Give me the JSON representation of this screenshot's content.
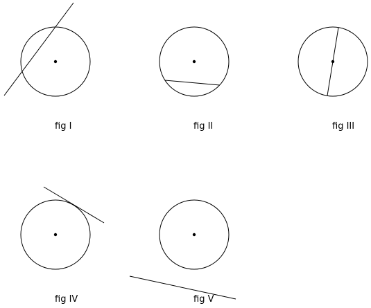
{
  "figures": [
    {
      "label": "fig I",
      "line_type": "secant"
    },
    {
      "label": "fig II",
      "line_type": "chord"
    },
    {
      "label": "fig III",
      "line_type": "diameter"
    },
    {
      "label": "fig IV",
      "line_type": "tangent"
    },
    {
      "label": "fig V",
      "line_type": "non-intersecting line"
    }
  ],
  "colors": {
    "stroke": "#000000",
    "background": "#ffffff"
  }
}
